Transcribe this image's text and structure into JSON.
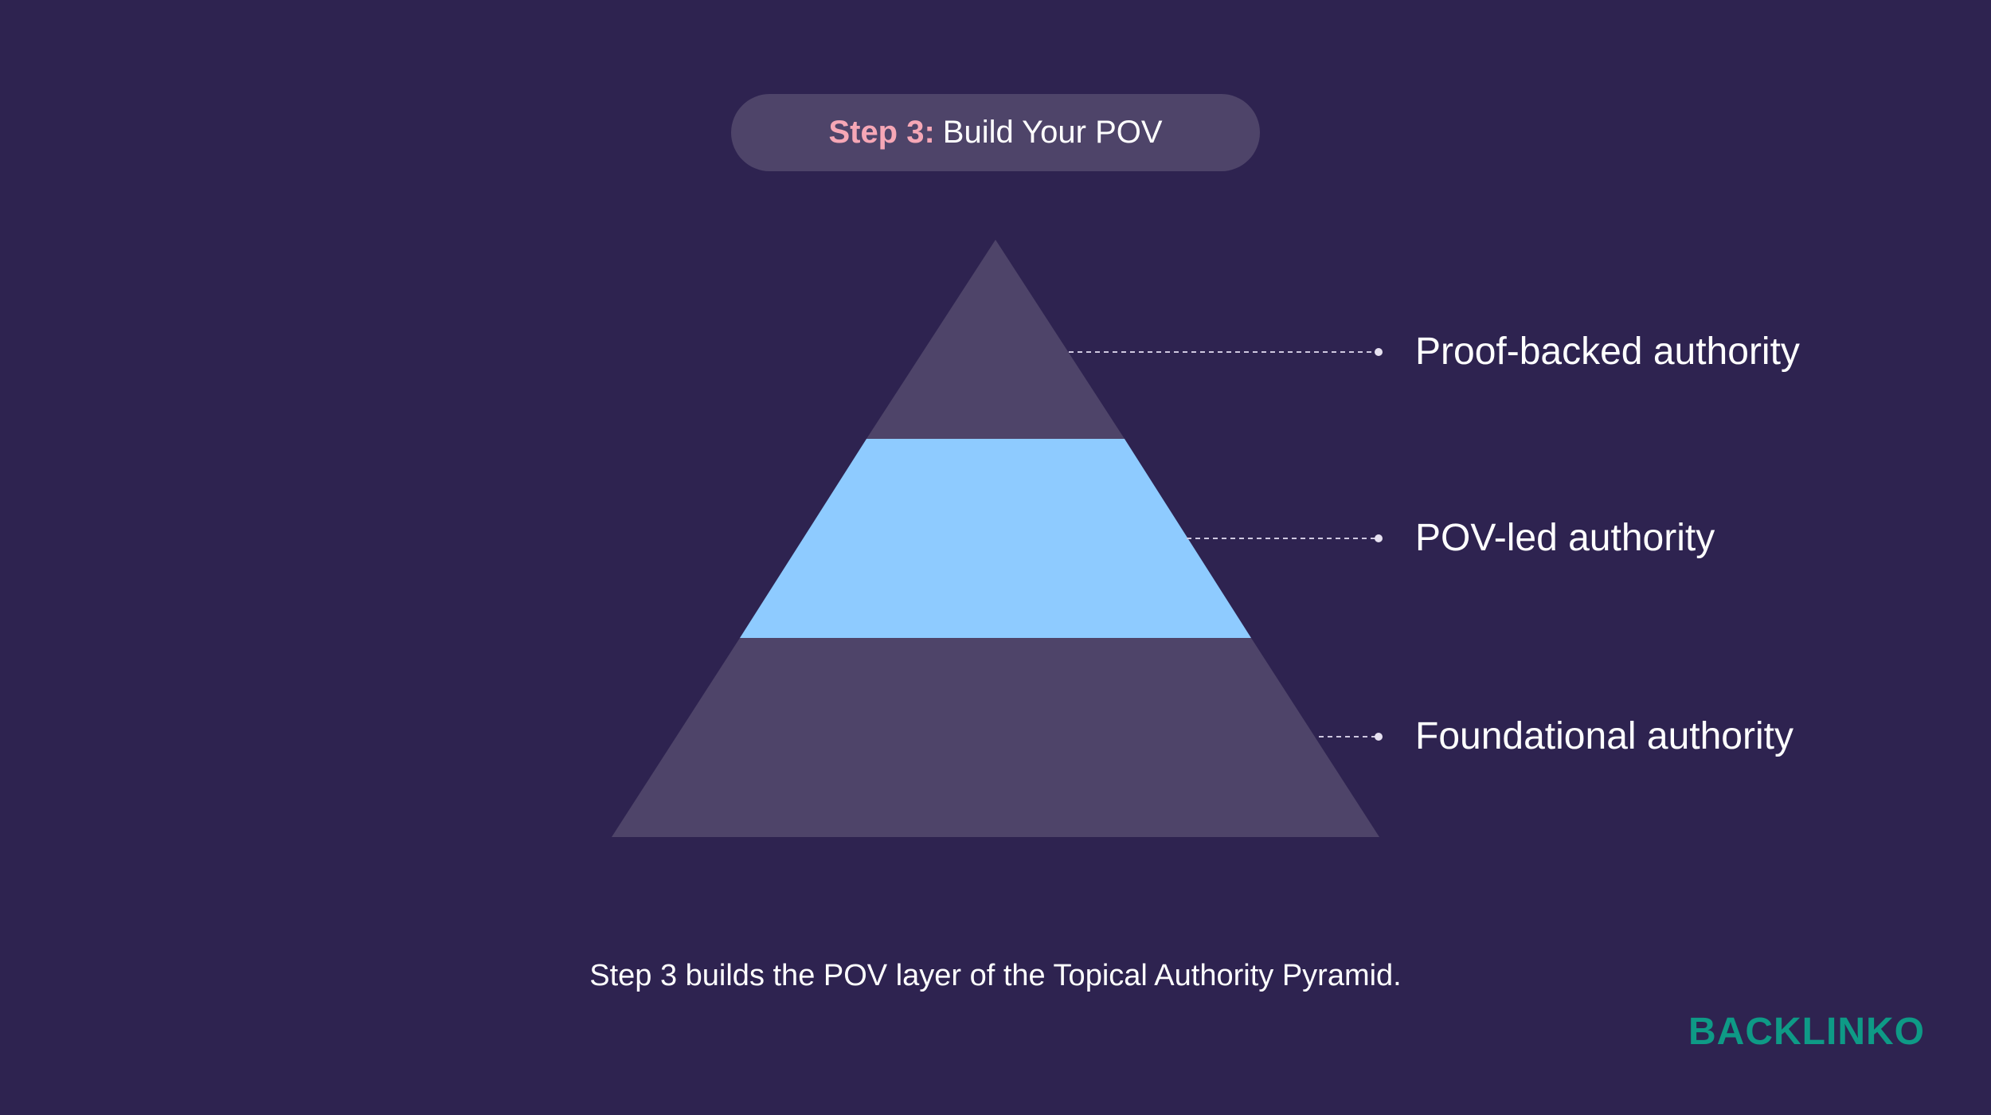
{
  "header": {
    "step_label": "Step 3:",
    "step_title": "Build Your POV"
  },
  "pyramid": {
    "layers": [
      {
        "label": "Proof-backed authority",
        "color": "#4e4469",
        "highlighted": false
      },
      {
        "label": "POV-led authority",
        "color": "#8ecbff",
        "highlighted": true
      },
      {
        "label": "Foundational authority",
        "color": "#4e4469",
        "highlighted": false
      }
    ]
  },
  "caption": "Step 3 builds the POV layer of the Topical Authority Pyramid.",
  "logo": "BACKLINKO",
  "colors": {
    "background": "#2e2350",
    "accent_pink": "#f6a7b6",
    "highlight_blue": "#8ecbff",
    "muted_layer": "#4e4469",
    "brand_green": "#0e9a86"
  }
}
